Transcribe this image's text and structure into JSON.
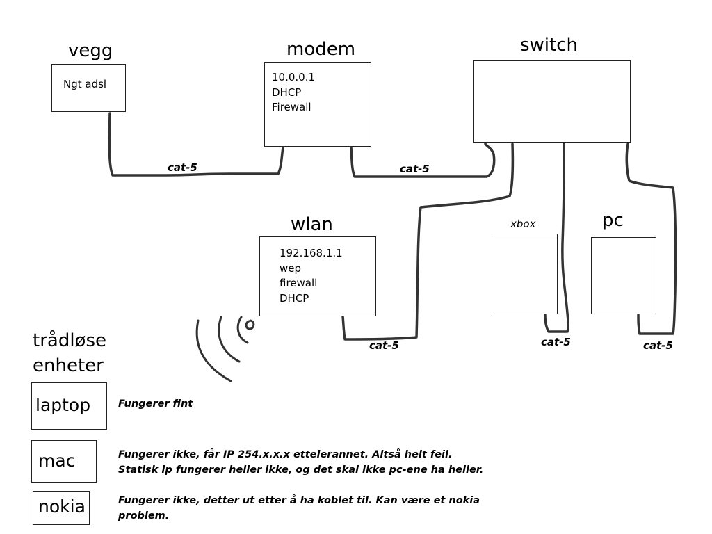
{
  "nodes": {
    "vegg": {
      "title": "vegg",
      "lines": [
        "Ngt adsl"
      ]
    },
    "modem": {
      "title": "modem",
      "lines": [
        "10.0.0.1",
        "DHCP",
        "Firewall"
      ]
    },
    "switch": {
      "title": "switch"
    },
    "wlan": {
      "title": "wlan",
      "lines": [
        "192.168.1.1",
        "wep",
        "firewall",
        "DHCP"
      ]
    },
    "xbox": {
      "title": "xbox"
    },
    "pc": {
      "title": "pc"
    }
  },
  "cables": {
    "vegg_modem": "cat-5",
    "modem_switch": "cat-5",
    "wlan_switch": "cat-5",
    "xbox_switch": "cat-5",
    "pc_switch": "cat-5"
  },
  "wireless": {
    "heading_line1": "trådløse",
    "heading_line2": "enheter",
    "devices": [
      {
        "label": "laptop",
        "note_lines": [
          "Fungerer fint"
        ]
      },
      {
        "label": "mac",
        "note_lines": [
          "Fungerer ikke, får IP 254.x.x.x ettelerannet. Altså helt feil.",
          "Statisk ip fungerer heller ikke, og det skal ikke pc-ene ha heller."
        ]
      },
      {
        "label": "nokia",
        "note_lines": [
          "Fungerer ikke, detter ut etter å ha koblet til. Kan være et nokia",
          "problem."
        ]
      }
    ]
  }
}
